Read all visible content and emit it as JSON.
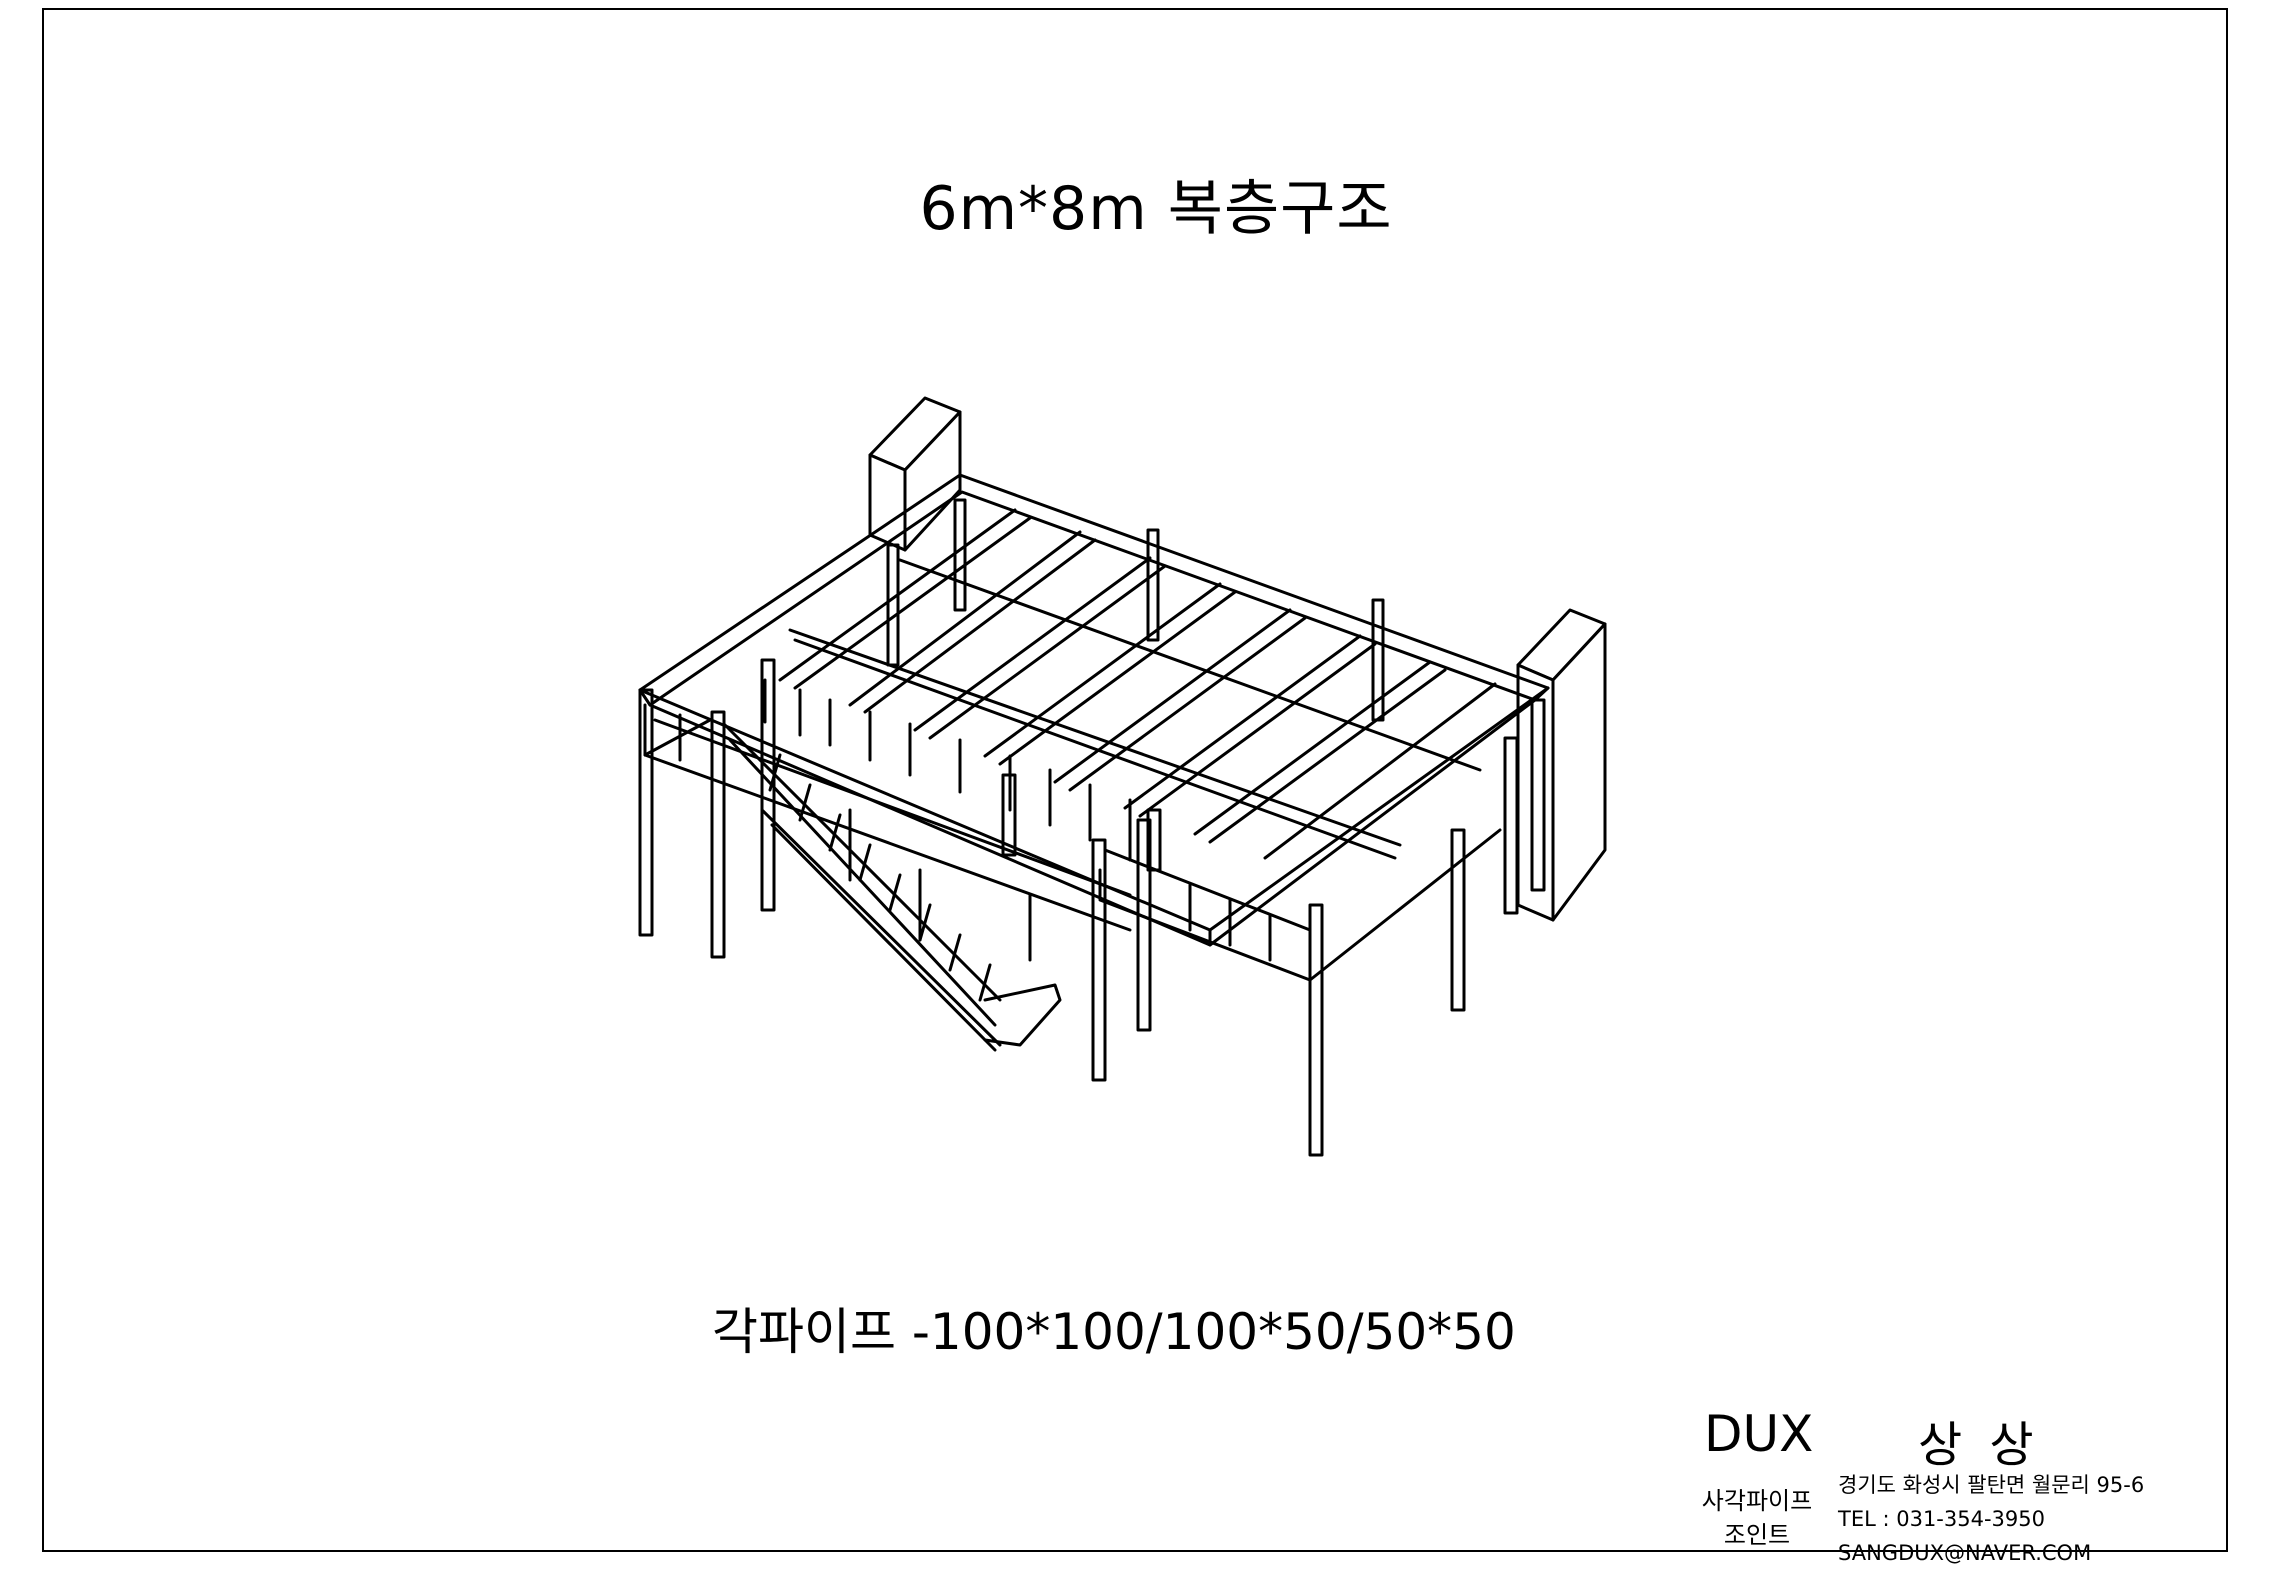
{
  "title": "6m*8m  복층구조",
  "spec": "각파이프 -100*100/100*50/50*50",
  "footer": {
    "brand": "DUX",
    "brand_name": "상 상",
    "product_line1": "사각파이프",
    "product_line2": "조인트",
    "address": "경기도 화성시 팔탄면 월문리 95-6",
    "tel": "TEL : 031-354-3950",
    "email": "SANGDUX@NAVER.COM"
  },
  "colors": {
    "line": "#000000",
    "background": "#ffffff"
  }
}
